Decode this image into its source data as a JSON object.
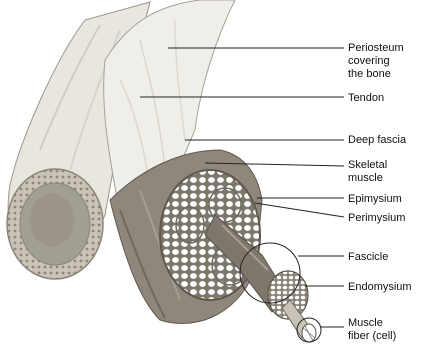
{
  "labels": {
    "periosteum": [
      "Periosteum",
      "covering",
      "the bone"
    ],
    "tendon": "Tendon",
    "deep_fascia": "Deep fascia",
    "skeletal_muscle": [
      "Skeletal",
      "muscle"
    ],
    "epimysium": "Epimysium",
    "perimysium": "Perimysium",
    "fascicle": "Fascicle",
    "endomysium": "Endomysium",
    "muscle_fiber": [
      "Muscle",
      "fiber (cell)"
    ]
  },
  "colors": {
    "bone": "#e4e2d8",
    "marrow": "#a29d92",
    "tendon": "#ecebe5",
    "muscle": "#8f877c",
    "muscle_dark": "#6f685f",
    "fascicle_cell": "#ffffff",
    "leader_line": "#222222"
  }
}
